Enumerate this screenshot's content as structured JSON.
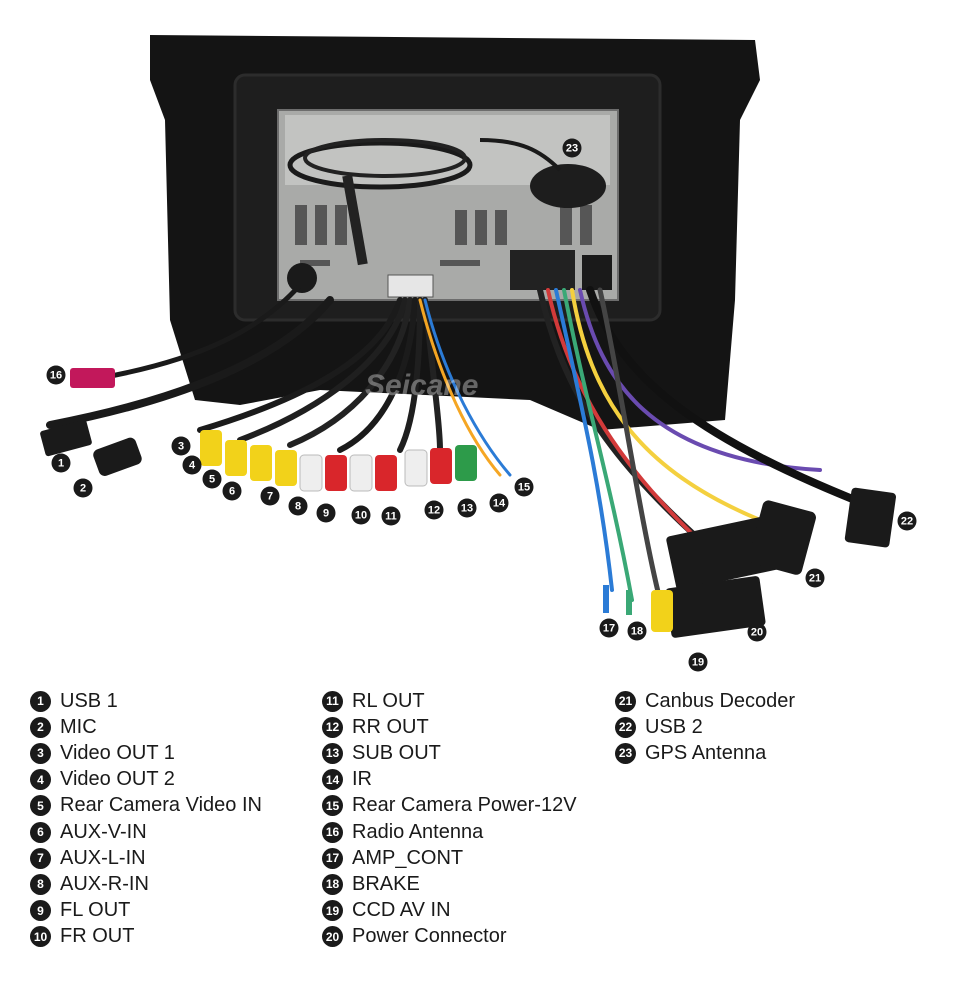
{
  "watermark": "Seicane",
  "callouts": [
    "1",
    "2",
    "3",
    "4",
    "5",
    "6",
    "7",
    "8",
    "9",
    "10",
    "11",
    "12",
    "13",
    "14",
    "15",
    "16",
    "17",
    "18",
    "19",
    "20",
    "21",
    "22",
    "23"
  ],
  "legend": {
    "col1": [
      {
        "num": "1",
        "label": "USB 1"
      },
      {
        "num": "2",
        "label": "MIC"
      },
      {
        "num": "3",
        "label": "Video OUT 1"
      },
      {
        "num": "4",
        "label": "Video OUT 2"
      },
      {
        "num": "5",
        "label": "Rear Camera Video IN"
      },
      {
        "num": "6",
        "label": "AUX-V-IN"
      },
      {
        "num": "7",
        "label": "AUX-L-IN"
      },
      {
        "num": "8",
        "label": "AUX-R-IN"
      },
      {
        "num": "9",
        "label": "FL OUT"
      },
      {
        "num": "10",
        "label": "FR OUT"
      }
    ],
    "col2": [
      {
        "num": "11",
        "label": "RL OUT"
      },
      {
        "num": "12",
        "label": "RR OUT"
      },
      {
        "num": "13",
        "label": "SUB OUT"
      },
      {
        "num": "14",
        "label": "IR"
      },
      {
        "num": "15",
        "label": "Rear Camera Power-12V"
      },
      {
        "num": "16",
        "label": "Radio Antenna"
      },
      {
        "num": "17",
        "label": "AMP_CONT"
      },
      {
        "num": "18",
        "label": "BRAKE"
      },
      {
        "num": "19",
        "label": "CCD AV IN"
      },
      {
        "num": "20",
        "label": "Power Connector"
      }
    ],
    "col3": [
      {
        "num": "21",
        "label": "Canbus Decoder"
      },
      {
        "num": "22",
        "label": "USB 2"
      },
      {
        "num": "23",
        "label": "GPS Antenna"
      }
    ]
  }
}
